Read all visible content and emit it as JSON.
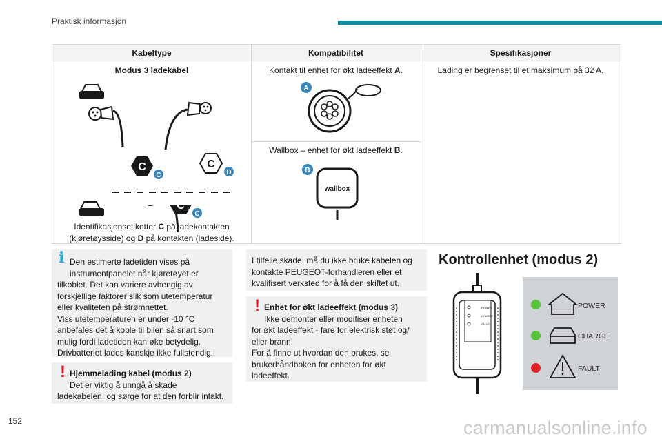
{
  "header": {
    "section": "Praktisk informasjon"
  },
  "page_number": "152",
  "watermark": "carmanualsonline.info",
  "table": {
    "headers": [
      "Kabeltype",
      "Kompatibilitet",
      "Spesifikasjoner"
    ],
    "col1": {
      "title": "Modus 3 ladekabel",
      "caption_line1_a": "Identifikasjonsetiketter ",
      "caption_line1_b": "C",
      "caption_line1_c": " på ladekontakten",
      "caption_line2_a": "(kjøretøysside) og ",
      "caption_line2_b": "D",
      "caption_line2_c": " på kontakten (ladeside).",
      "label_c": "C",
      "label_d": "D",
      "letter_c": "C"
    },
    "col2": {
      "row1_a": "Kontakt til enhet for økt ladeeffekt ",
      "row1_b": "A",
      "row1_c": ".",
      "badge_a": "A",
      "row2_a": "Wallbox – enhet for økt ladeeffekt ",
      "row2_b": "B",
      "row2_c": ".",
      "badge_b": "B",
      "wallbox_logo": "wallbox"
    },
    "col3": {
      "text": "Lading er begrenset til et maksimum på 32 A."
    }
  },
  "info_box": {
    "line1": "Den estimerte ladetiden vises på",
    "line2": "instrumentpanelet når kjøretøyet er",
    "line3": "tilkoblet. Det kan variere avhengig av",
    "line4": "forskjellige faktorer slik som utetemperatur",
    "line5": "eller kvaliteten på strømnettet.",
    "line6": "Viss utetemperaturen er under -10 °C",
    "line7": "anbefales det å koble til bilen så snart som",
    "line8": "mulig fordi ladetiden kan øke betydelig.",
    "line9": "Drivbatteriet lades kanskje ikke fullstendig."
  },
  "warn_box_1": {
    "title": "Hjemmelading kabel (modus 2)",
    "line1": "Det er viktig å unngå å skade",
    "line2": "ladekabelen, og sørge for at den forblir intakt."
  },
  "note_box": {
    "line1": "I tilfelle skade, må du ikke bruke kabelen og",
    "line2": "kontakte PEUGEOT-forhandleren eller et",
    "line3": "kvalifisert verksted for å få den skiftet ut."
  },
  "warn_box_2": {
    "title": "Enhet for økt ladeeffekt (modus 3)",
    "line1": "Ikke demonter eller modifiser enheten",
    "line2": "for økt ladeeffekt - fare for elektrisk støt og/",
    "line3": "eller brann!",
    "line4": "For å finne ut hvordan den brukes, se",
    "line5": "brukerhåndboken for enheten for økt",
    "line6": "ladeeffekt."
  },
  "control_unit": {
    "title": "Kontrollenhet (modus 2)",
    "power": "POWER",
    "charge": "CHARGE",
    "fault": "FAULT",
    "small_power": "POWER",
    "small_charge": "CHARGE",
    "small_fault": "FAULT"
  },
  "colors": {
    "accent": "#0f8fa0",
    "info": "#27a7d9",
    "warning": "#e1101e",
    "led_green": "#58c43c",
    "led_red": "#e1202a"
  }
}
